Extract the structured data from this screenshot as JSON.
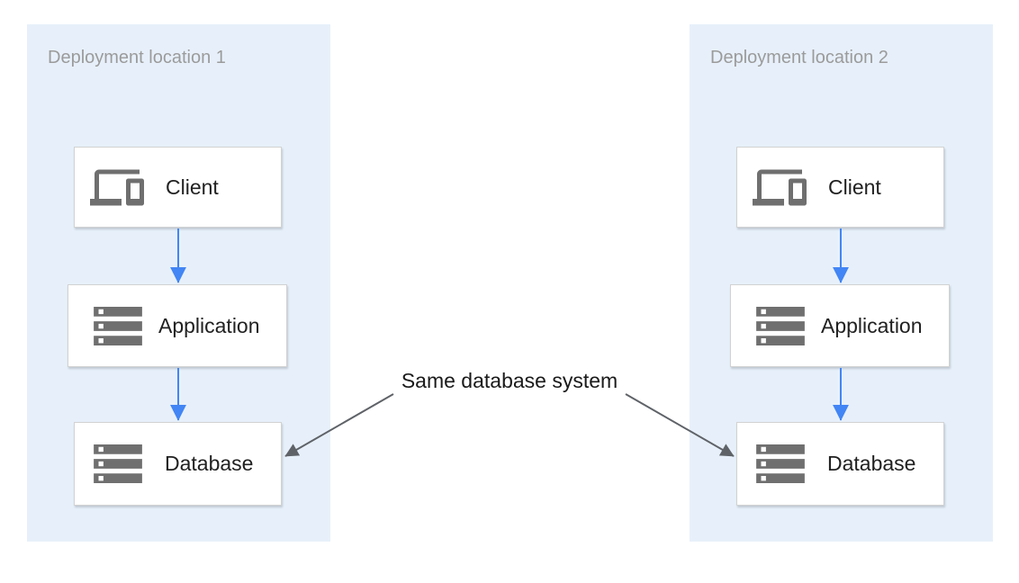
{
  "diagram": {
    "panels": [
      {
        "title": "Deployment location 1",
        "nodes": [
          {
            "label": "Client",
            "icon": "devices-icon"
          },
          {
            "label": "Application",
            "icon": "server-stack-icon"
          },
          {
            "label": "Database",
            "icon": "server-stack-icon"
          }
        ]
      },
      {
        "title": "Deployment location 2",
        "nodes": [
          {
            "label": "Client",
            "icon": "devices-icon"
          },
          {
            "label": "Application",
            "icon": "server-stack-icon"
          },
          {
            "label": "Database",
            "icon": "server-stack-icon"
          }
        ]
      }
    ],
    "annotation": {
      "label": "Same database system"
    },
    "edges": [
      {
        "from": "client-1",
        "to": "application-1",
        "style": "blue-flow-arrow"
      },
      {
        "from": "application-1",
        "to": "database-1",
        "style": "blue-flow-arrow"
      },
      {
        "from": "client-2",
        "to": "application-2",
        "style": "blue-flow-arrow"
      },
      {
        "from": "application-2",
        "to": "database-2",
        "style": "blue-flow-arrow"
      },
      {
        "from": "annotation",
        "to": "database-1",
        "style": "gray-annotation-arrow"
      },
      {
        "from": "annotation",
        "to": "database-2",
        "style": "gray-annotation-arrow"
      }
    ],
    "colors": {
      "panel_background": "#E7F0FA",
      "panel_title_text": "#9B9B9B",
      "node_background": "#FFFFFF",
      "node_border": "#D2D2D2",
      "node_label_text": "#212121",
      "icon_gray": "#6F6F6F",
      "flow_arrow_blue": "#4285F4",
      "annotation_arrow_gray": "#5F6368",
      "annotation_text": "#1A1A1A"
    }
  }
}
